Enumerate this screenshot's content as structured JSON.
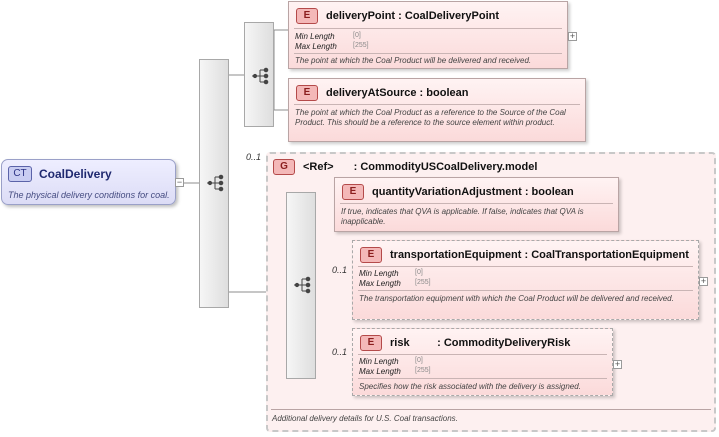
{
  "complex_type": {
    "tag": "CT",
    "name": "CoalDelivery",
    "description": "The physical delivery conditions for coal."
  },
  "elements": [
    {
      "tag": "E",
      "name": "deliveryPoint",
      "type": "CoalDeliveryPoint",
      "facets": [
        {
          "label": "Min Length",
          "value": "[0]"
        },
        {
          "label": "Max Length",
          "value": "[255]"
        }
      ],
      "description": "The point at which the Coal Product will be delivered and received."
    },
    {
      "tag": "E",
      "name": "deliveryAtSource",
      "type": "boolean",
      "description": "The point at which the Coal Product as a reference to the Source of the Coal Product. This should be a reference to the source element within product."
    }
  ],
  "group": {
    "tag": "G",
    "cardinality": "0..1",
    "ref": "<Ref>",
    "name": "CommodityUSCoalDelivery.model",
    "description": "Additional delivery details for U.S. Coal transactions.",
    "elements": [
      {
        "tag": "E",
        "name": "quantityVariationAdjustment",
        "type": "boolean",
        "description": "If true, indicates that QVA is applicable. If false, indicates that QVA is inapplicable."
      },
      {
        "tag": "E",
        "cardinality": "0..1",
        "name": "transportationEquipment",
        "type": "CoalTransportationEquipment",
        "facets": [
          {
            "label": "Min Length",
            "value": "[0]"
          },
          {
            "label": "Max Length",
            "value": "[255]"
          }
        ],
        "description": "The transportation equipment with which the Coal Product will be delivered and received."
      },
      {
        "tag": "E",
        "cardinality": "0..1",
        "name": "risk",
        "type": "CommodityDeliveryRisk",
        "facets": [
          {
            "label": "Min Length",
            "value": "[0]"
          },
          {
            "label": "Max Length",
            "value": "[255]"
          }
        ],
        "description": "Specifies how the risk associated with the delivery is assigned."
      }
    ]
  },
  "separator": ":",
  "expand_symbol": "+",
  "collapse_symbol": "−",
  "icons": {
    "complex_type": "complex-type-icon",
    "element": "element-icon",
    "group": "group-icon",
    "sequence": "sequence-compositor-icon",
    "expand": "expand-plus-icon"
  },
  "colors": {
    "complex_type_fill": "#dcdcf6",
    "element_fill": "#fbdada",
    "group_fill": "#fdf0f0",
    "complex_type_tag": "#c9cdf2",
    "element_tag": "#f4b8b8"
  }
}
